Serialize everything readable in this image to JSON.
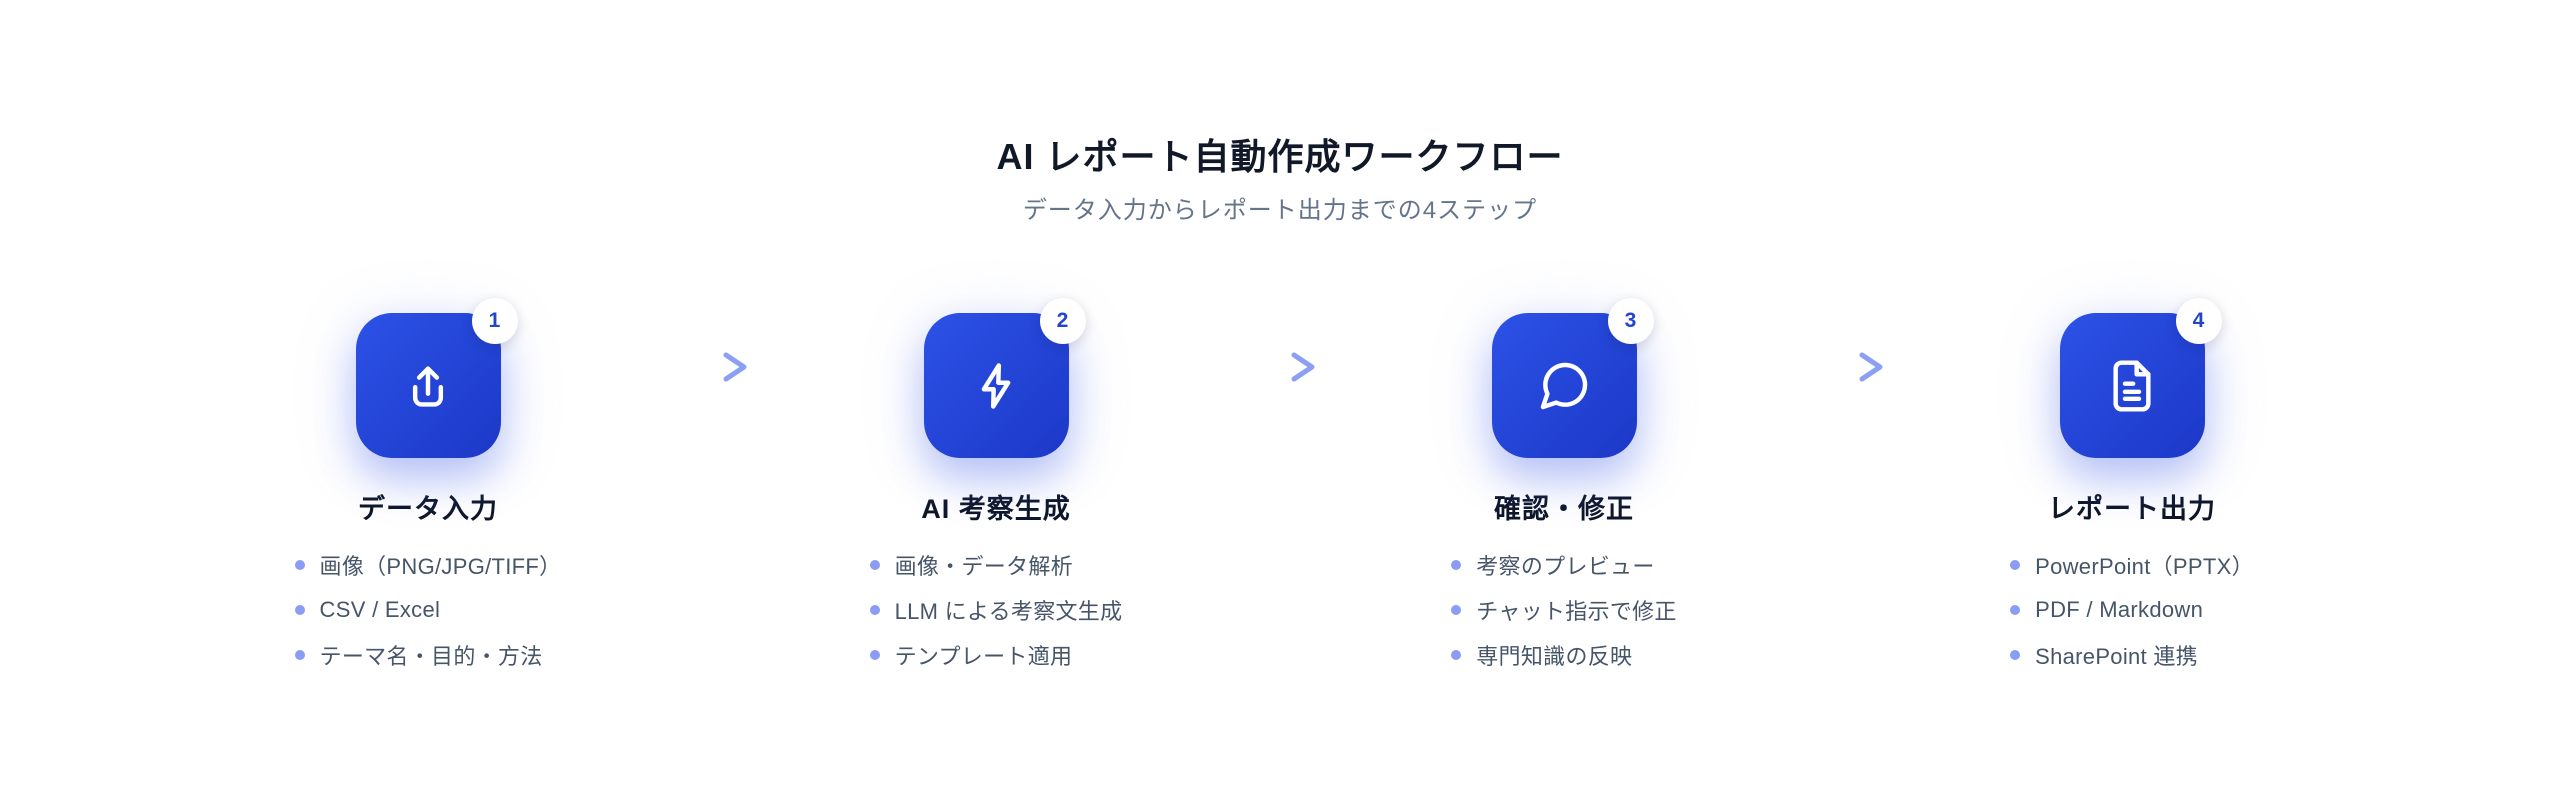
{
  "header": {
    "title": "AI レポート自動作成ワークフロー",
    "subtitle": "データ入力からレポート出力までの4ステップ"
  },
  "steps": [
    {
      "number": "1",
      "icon": "upload-icon",
      "title": "データ入力",
      "items": [
        "画像（PNG/JPG/TIFF）",
        "CSV / Excel",
        "テーマ名・目的・方法"
      ]
    },
    {
      "number": "2",
      "icon": "lightning-icon",
      "title": "AI 考察生成",
      "items": [
        "画像・データ解析",
        "LLM による考察文生成",
        "テンプレート適用"
      ]
    },
    {
      "number": "3",
      "icon": "chat-bubble-icon",
      "title": "確認・修正",
      "items": [
        "考察のプレビュー",
        "チャット指示で修正",
        "専門知識の反映"
      ]
    },
    {
      "number": "4",
      "icon": "document-icon",
      "title": "レポート出力",
      "items": [
        "PowerPoint（PPTX）",
        "PDF / Markdown",
        "SharePoint 連携"
      ]
    }
  ],
  "colors": {
    "tile_gradient_start": "#2c52e6",
    "tile_gradient_end": "#1c38c8",
    "badge_number": "#2443cf",
    "arrow": "#8ba0f2",
    "bullet_dot": "#8a9cf4",
    "heading_text": "#111827",
    "step_title_text": "#0f172a",
    "subtitle_text": "#64748b",
    "list_text": "#475569",
    "background": "#ffffff"
  }
}
